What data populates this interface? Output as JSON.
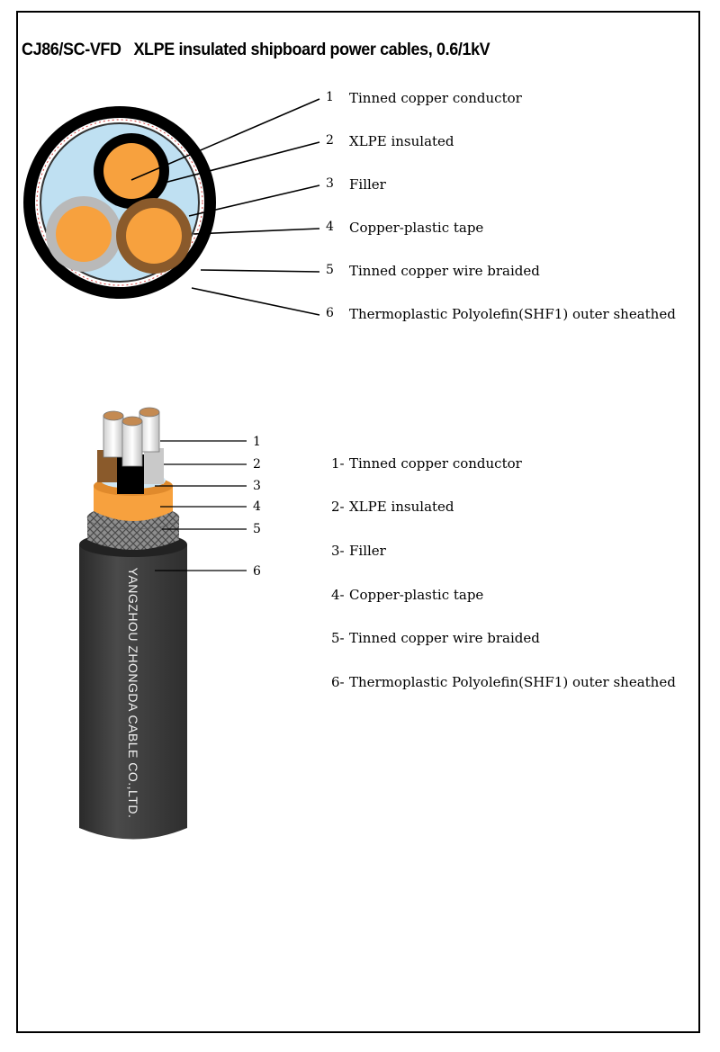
{
  "title": "CJ86/SC-VFD   XLPE insulated shipboard power cables, 0.6/1kV",
  "cross_section": {
    "callouts": [
      {
        "num": "1",
        "label": "Tinned copper conductor"
      },
      {
        "num": "2",
        "label": "XLPE insulated"
      },
      {
        "num": "3",
        "label": "Filler"
      },
      {
        "num": "4",
        "label": "Copper-plastic tape"
      },
      {
        "num": "5",
        "label": "Tinned copper wire braided"
      },
      {
        "num": "6",
        "label": "Thermoplastic Polyolefin(SHF1) outer sheathed"
      }
    ]
  },
  "longitudinal": {
    "callout_numbers": [
      "1",
      "2",
      "3",
      "4",
      "5",
      "6"
    ],
    "legend": [
      {
        "num": "1-",
        "label": "Tinned copper conductor"
      },
      {
        "num": "2-",
        "label": "XLPE insulated"
      },
      {
        "num": "3-",
        "label": "Filler"
      },
      {
        "num": "4-",
        "label": "Copper-plastic tape"
      },
      {
        "num": "5-",
        "label": "Tinned copper wire braided"
      },
      {
        "num": "6-",
        "label": "Thermoplastic Polyolefin(SHF1) outer sheathed"
      }
    ],
    "sheath_print": "YANGZHOU ZHONGDA CABLE CO.,LTD."
  },
  "colors": {
    "sheath": "#000000",
    "cable_body": "#3a3a3a",
    "filler": "#bfe0f2",
    "conductor": "#f7a13e",
    "core_grey": "#b9b9b9",
    "core_brown": "#8a5a2b",
    "tape_orange": "#f7a13e",
    "braid": "#8e8e8e"
  }
}
